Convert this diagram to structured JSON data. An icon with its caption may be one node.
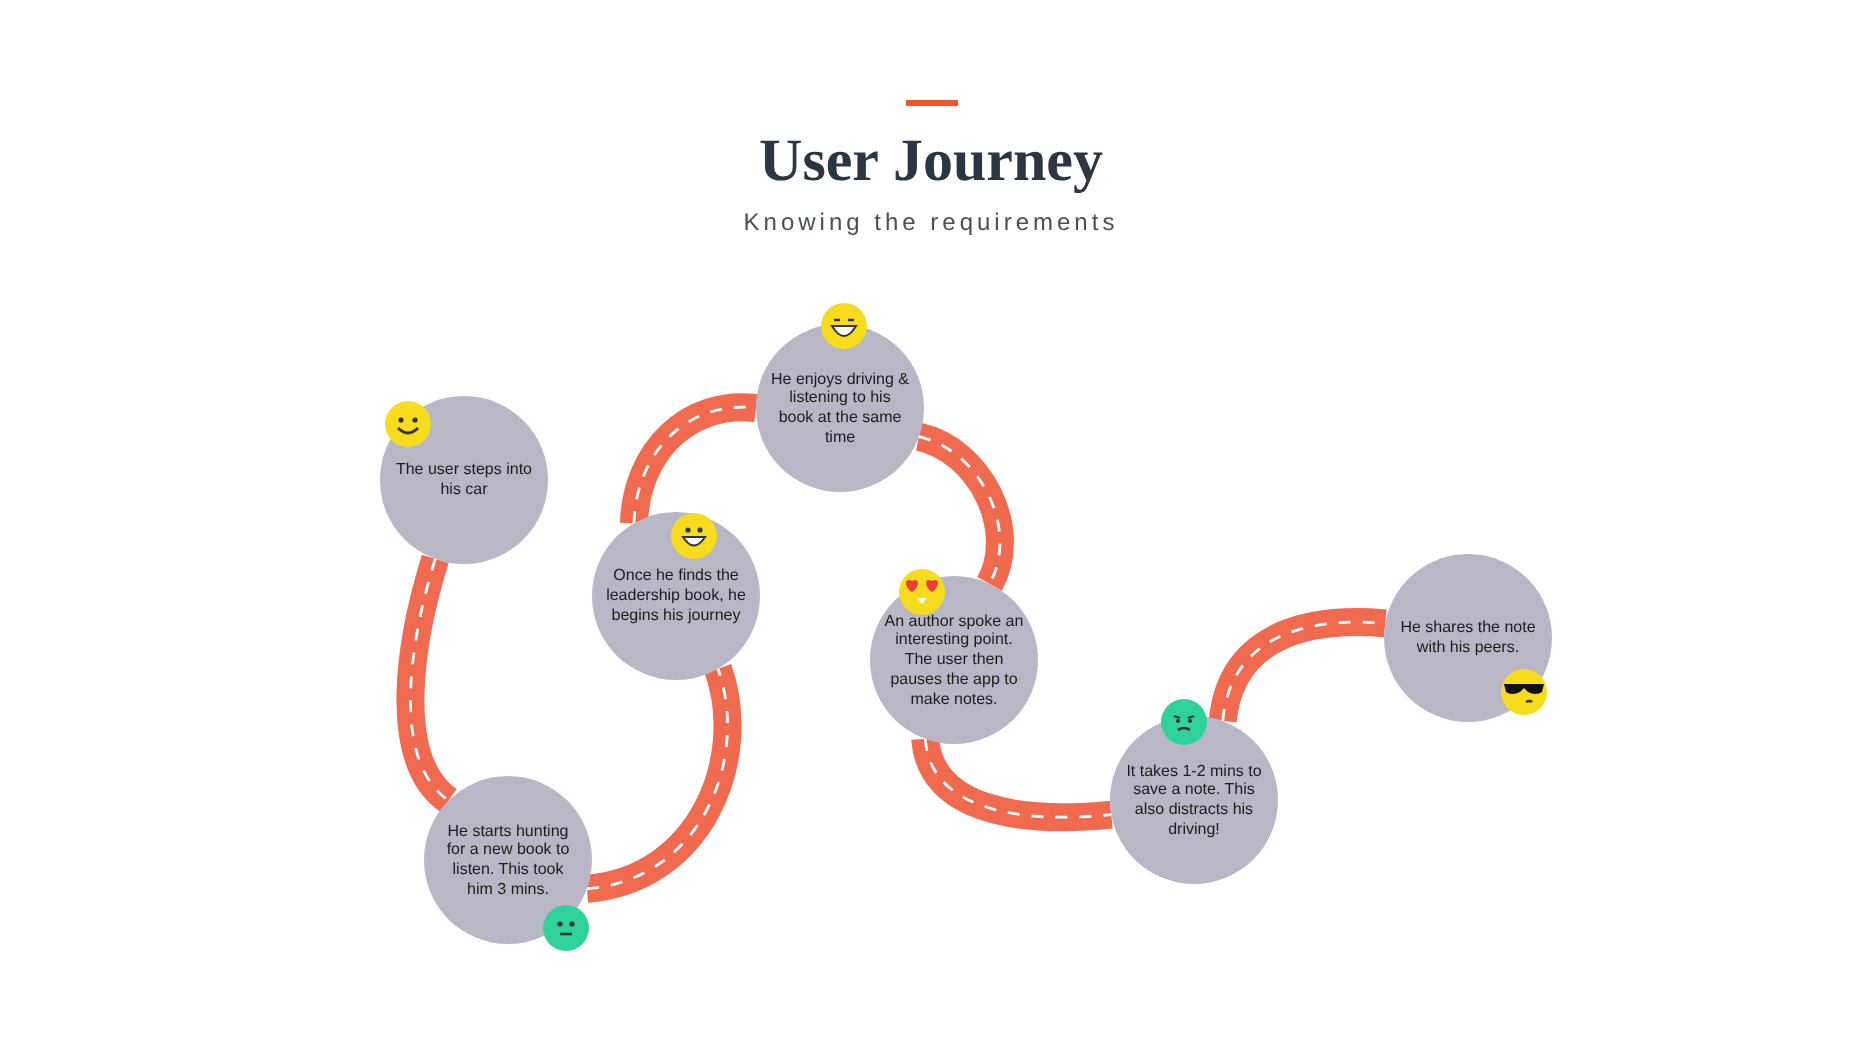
{
  "diagram": {
    "title": "User Journey",
    "caption": "Knowing the requirements",
    "nodes": [
      {
        "text": [
          "The user steps into his car"
        ]
      },
      {
        "text": [
          "He starts hunting for a new book to listen. This took him 3 mins."
        ]
      },
      {
        "text": [
          "Once he finds the leadership book, he begins his journey"
        ]
      },
      {
        "text": [
          "He enjoys driving & listening to his book at the same time"
        ]
      },
      {
        "text": [
          "An author spoke an interesting point. The user then pauses the app to make notes."
        ]
      },
      {
        "text": [
          "It takes 1-2 mins to save a note. This also distracts his driving!"
        ]
      },
      {
        "text": [
          "He shares the note with his peers."
        ]
      }
    ],
    "edges": [
      {
        "from": 0,
        "to": 1,
        "arrow": "none"
      },
      {
        "from": 1,
        "to": 2,
        "arrow": "none"
      },
      {
        "from": 2,
        "to": 3,
        "arrow": "none"
      },
      {
        "from": 3,
        "to": 4,
        "arrow": "none"
      },
      {
        "from": 4,
        "to": 5,
        "arrow": "none"
      },
      {
        "from": 5,
        "to": 6,
        "arrow": "none"
      }
    ]
  }
}
